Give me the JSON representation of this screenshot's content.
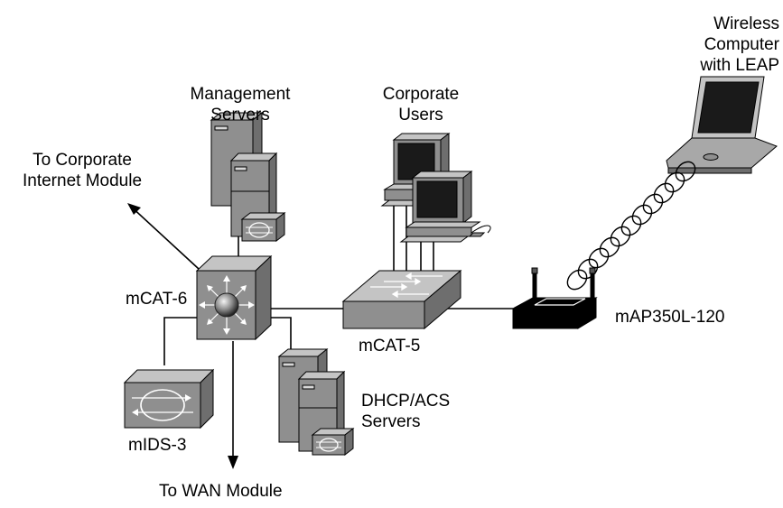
{
  "labels": {
    "management_servers": [
      "Management",
      "Servers"
    ],
    "corporate_users": [
      "Corporate",
      "Users"
    ],
    "wireless_computer": [
      "Wireless",
      "Computer",
      "with LEAP"
    ],
    "to_internet": [
      "To Corporate",
      "Internet Module"
    ],
    "mcat6": "mCAT-6",
    "mcat5": "mCAT-5",
    "map350": "mAP350L-120",
    "dhcp_acs": [
      "DHCP/ACS",
      "Servers"
    ],
    "mids3": "mIDS-3",
    "to_wan": "To WAN Module"
  },
  "colors": {
    "line": "#000000",
    "device_front": "#8f8f8f",
    "device_top": "#c4c4c4",
    "device_side": "#6e6e6e",
    "ap_body": "#000000"
  }
}
